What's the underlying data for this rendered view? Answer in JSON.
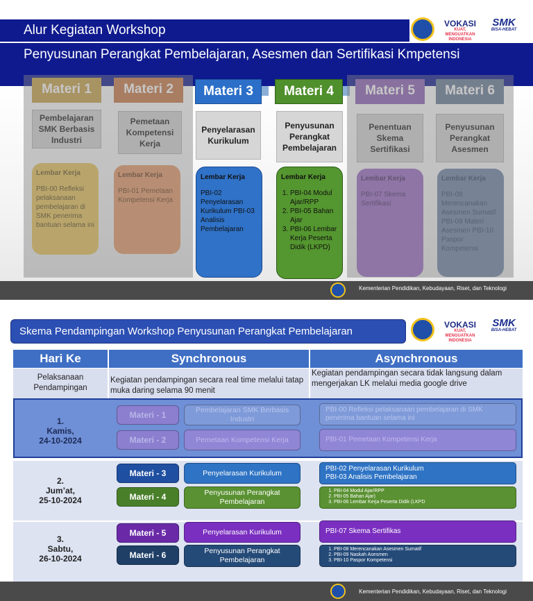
{
  "slide1": {
    "title": "Alur Kegiatan  Workshop",
    "subtitle": "Penyusunan Perangkat Pembelajaran, Asesmen dan Sertifikasi Kmpetensi",
    "logos": {
      "vokasi": "VOKASI",
      "vokasi_tag": "KUAT, MENGUATKAN INDONESIA",
      "smk": "SMK",
      "smk_tag": "BISA-HEBAT"
    },
    "footer": "Kementerian Pendidikan, Kebudayaan, Riset, dan Teknologi",
    "materi": [
      {
        "head": "Materi 1",
        "topic": "Pembelajaran SMK Berbasis Industri",
        "lk_title": "Lembar Kerja",
        "lk_body": "PBI-00 Refleksi pelaksanaan pembelajaran di SMK penerima bantuan  selama ini"
      },
      {
        "head": "Materi 2",
        "topic": "Pemetaan Kompetensi Kerja",
        "lk_title": "Lembar Kerja",
        "lk_body": "PBI-01 Pemetaan Kompetensi Kerja"
      },
      {
        "head": "Materi 3",
        "topic": "Penyelarasan Kurikulum",
        "lk_title": "Lembar Kerja",
        "lk_body": "PBI-02 Penyelarasan Kurikulum PBI-03 Analisis Pembelajaran"
      },
      {
        "head": "Materi 4",
        "topic": "Penyusunan Perangkat Pembelajaran",
        "lk_title": "Lembar Kerja",
        "lk_items": [
          "PBI-04 Modul Ajar/RPP",
          "PBI-05 Bahan Ajar",
          "PBI-06 Lembar Kerja Peserta Didik (LKPD)"
        ]
      },
      {
        "head": "Materi 5",
        "topic": "Penentuan Skema Sertifikasi",
        "lk_title": "Lembar Kerja",
        "lk_body": "PBI-07 Skema Sertifikasi"
      },
      {
        "head": "Materi 6",
        "topic": "Penyusunan Perangkat Asesmen",
        "lk_title": "Lembar Kerja",
        "lk_body": "PBI-08 Merencanakan Asesmen Sumatif PBI-09 Materi Asesmen PBI-10 Paspor Kompetensi"
      }
    ]
  },
  "slide2": {
    "title": "Skema Pendampingan Workshop Penyusunan Perangkat Pembelajaran",
    "headers": {
      "hari": "Hari Ke",
      "sync": "Synchronous",
      "async": "Asynchronous"
    },
    "sub": {
      "hari": "Pelaksanaan Pendampingan",
      "sync": "Kegiatan pendampingan secara real time melalui tatap muka daring  selama 90 menit",
      "async": "Kegiatan pendampingan secara tidak langsung dalam mengerjakan LK melalui media google drive"
    },
    "days": [
      {
        "num": "1.",
        "day": "Kamis,",
        "date": "24-10-2024",
        "rows": [
          {
            "materi": "Materi - 1",
            "sync": "Pembelajaran SMK Berbasis Industri",
            "async": "PBI-00 Refleksi pelaksanaan pembelajaran di SMK penerima bantuan  selama ini"
          },
          {
            "materi": "Materi - 2",
            "sync": "Pemetaan Kompetensi Kerja",
            "async": "PBI-01 Pemetaan  Kompetensi Kerja"
          }
        ]
      },
      {
        "num": "2.",
        "day": "Jum’at,",
        "date": "25-10-2024",
        "rows": [
          {
            "materi": "Materi - 3",
            "sync": "Penyelarasan Kurikulum",
            "async_lines": [
              "PBI-02 Penyelarasan Kurikulum",
              "PBI-03 Analisis Pembelajaran"
            ]
          },
          {
            "materi": "Materi - 4",
            "sync": "Penyusunan Perangkat Pembelajaran",
            "async_items": [
              "PBI-04 Modul Ajar/RPP",
              "PBI-05 Bahan Ajar)",
              "PBI-06 Lembar Kerja Peserta Didik (LKPD"
            ]
          }
        ]
      },
      {
        "num": "3.",
        "day": "Sabtu,",
        "date": "26-10-2024",
        "rows": [
          {
            "materi": "Materi - 5",
            "sync": "Penyelarasan Kurikulum",
            "async": "PBI-07  Skema Sertifikas"
          },
          {
            "materi": "Materi - 6",
            "sync": "Penyusunan Perangkat Pembelajaran",
            "async_items": [
              "PBI-08 Merencanakan Asesmen Sumatif",
              "PBI-09 Naskah  Asesmen",
              "PBI-10 Paspor Kompetensi"
            ]
          }
        ]
      }
    ],
    "footer": "Kementerian Pendidikan, Kebudayaan, Riset, dan Teknologi"
  }
}
